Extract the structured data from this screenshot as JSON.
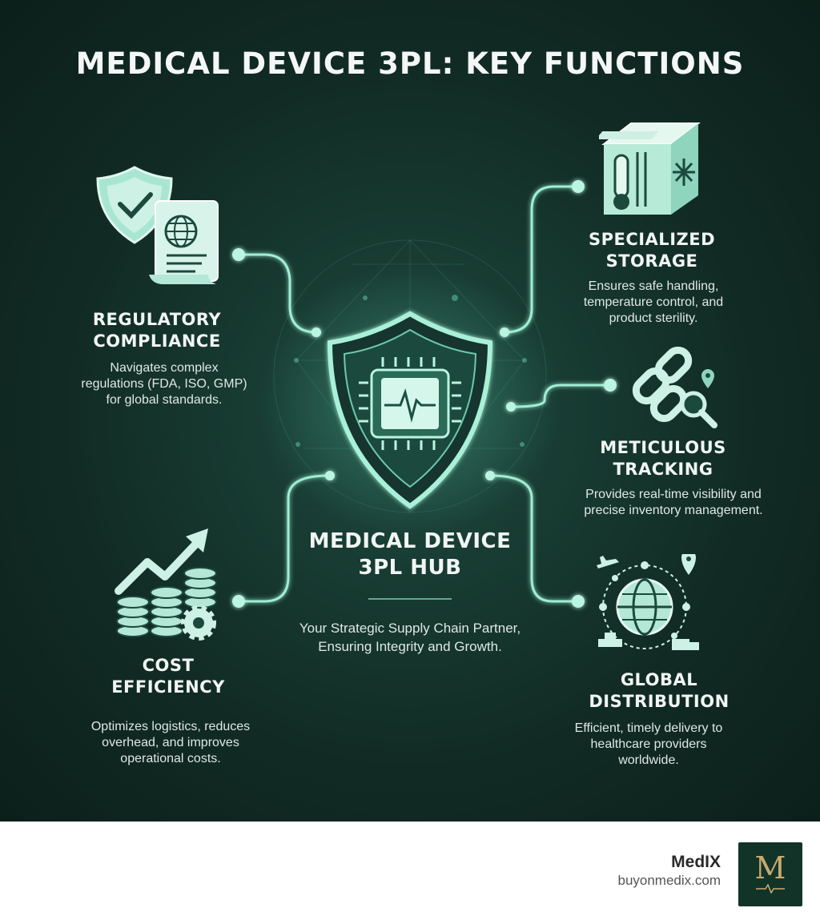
{
  "title": "MEDICAL DEVICE 3PL: KEY FUNCTIONS",
  "hub": {
    "title_line1": "MEDICAL DEVICE",
    "title_line2": "3PL HUB",
    "description": "Your Strategic Supply Chain Partner, Ensuring Integrity and Growth."
  },
  "functions": {
    "regulatory": {
      "heading_line1": "REGULATORY",
      "heading_line2": "COMPLIANCE",
      "description": "Navigates complex regulations (FDA, ISO, GMP) for global standards.",
      "icon": "shield-document-icon"
    },
    "cost": {
      "heading_line1": "COST",
      "heading_line2": "EFFICIENCY",
      "description": "Optimizes logistics, reduces overhead, and improves operational costs.",
      "icon": "coins-growth-icon"
    },
    "storage": {
      "heading_line1": "SPECIALIZED",
      "heading_line2": "STORAGE",
      "description": "Ensures safe handling, temperature control, and product sterility.",
      "icon": "cold-storage-icon"
    },
    "tracking": {
      "heading_line1": "METICULOUS",
      "heading_line2": "TRACKING",
      "description": "Provides real-time visibility and precise inventory management.",
      "icon": "chain-tracking-icon"
    },
    "distribution": {
      "heading_line1": "GLOBAL",
      "heading_line2": "DISTRIBUTION",
      "description": "Efficient, timely delivery to healthcare providers worldwide.",
      "icon": "globe-logistics-icon"
    }
  },
  "footer": {
    "brand": "MedIX",
    "url": "buyonmedix.com",
    "logo_letter": "M"
  },
  "colors": {
    "accent": "#8fe3c8",
    "background": "#112b24",
    "icon_fill": "#cfeee4",
    "logo_bg": "#123428",
    "logo_gold": "#c9a96e"
  }
}
